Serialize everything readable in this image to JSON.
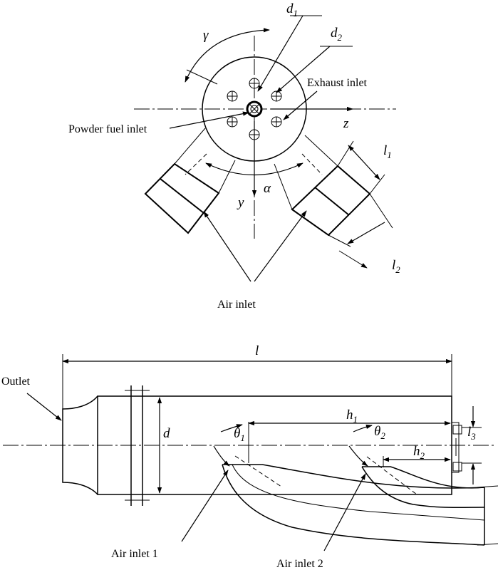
{
  "top_view": {
    "labels": {
      "d1": "d",
      "d1_sub": "1",
      "d2": "d",
      "d2_sub": "2",
      "gamma": "γ",
      "exhaust_inlet": "Exhaust inlet",
      "powder_fuel_inlet": "Powder fuel inlet",
      "z": "z",
      "y": "y",
      "alpha": "α",
      "l1": "l",
      "l1_sub": "1",
      "l2": "l",
      "l2_sub": "2",
      "air_inlet": "Air inlet"
    }
  },
  "side_view": {
    "labels": {
      "l": "l",
      "outlet": "Outlet",
      "d": "d",
      "h1": "h",
      "h1_sub": "1",
      "h2": "h",
      "h2_sub": "2",
      "theta1": "θ",
      "theta1_sub": "1",
      "theta2": "θ",
      "theta2_sub": "2",
      "l3": "l",
      "l3_sub": "3",
      "air_inlet_1": "Air inlet 1",
      "air_inlet_2": "Air inlet 2"
    }
  }
}
